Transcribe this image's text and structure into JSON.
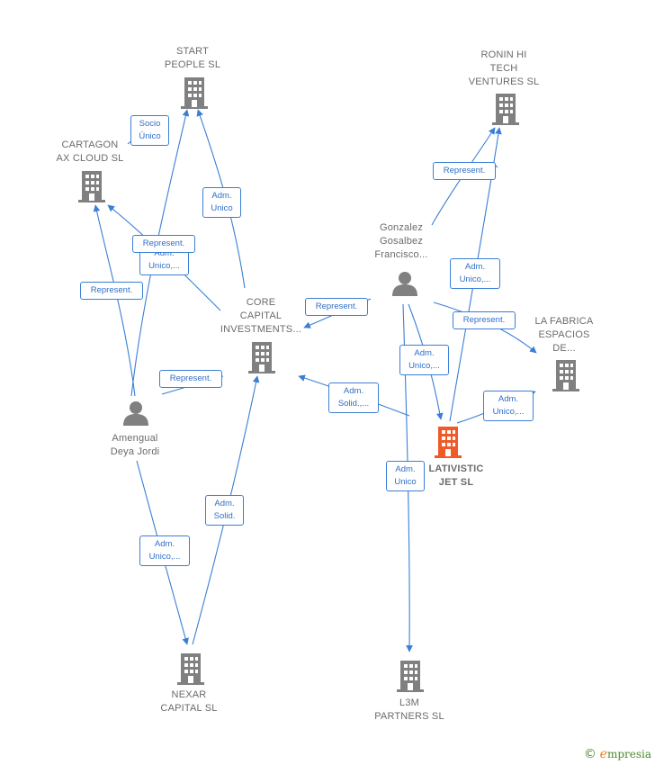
{
  "nodes": [
    {
      "id": "start",
      "type": "company",
      "label": "START\nPEOPLE  SL",
      "color": "#808080"
    },
    {
      "id": "cartagon",
      "type": "company",
      "label": "CARTAGON\nAX CLOUD  SL",
      "color": "#808080"
    },
    {
      "id": "ronin",
      "type": "company",
      "label": "RONIN HI\nTECH\nVENTURES  SL",
      "color": "#808080"
    },
    {
      "id": "gonzalez",
      "type": "person",
      "label": "Gonzalez\nGosalbez\nFrancisco...",
      "color": "#808080"
    },
    {
      "id": "core",
      "type": "company",
      "label": "CORE\nCAPITAL\nINVESTMENTS...",
      "color": "#808080"
    },
    {
      "id": "fabrica",
      "type": "company",
      "label": "LA FABRICA\nESPACIOS\nDE...",
      "color": "#808080"
    },
    {
      "id": "amengual",
      "type": "person",
      "label": "Amengual\nDeya Jordi",
      "color": "#808080"
    },
    {
      "id": "lativistic",
      "type": "company",
      "label": "LATIVISTIC\nJET  SL",
      "color": "#f05a28"
    },
    {
      "id": "nexar",
      "type": "company",
      "label": "NEXAR\nCAPITAL  SL",
      "color": "#808080"
    },
    {
      "id": "l3m",
      "type": "company",
      "label": "L3M\nPARTNERS  SL",
      "color": "#808080"
    }
  ],
  "edge_labels": [
    {
      "id": "e1",
      "text": "Socio\nÚnico"
    },
    {
      "id": "e2",
      "text": "Adm.\nUnico"
    },
    {
      "id": "e3",
      "text": "Adm.\nUnico,..."
    },
    {
      "id": "e4",
      "text": "Represent."
    },
    {
      "id": "e5",
      "text": "Represent."
    },
    {
      "id": "e6",
      "text": "Represent."
    },
    {
      "id": "e7",
      "text": "Represent."
    },
    {
      "id": "e8",
      "text": "Represent."
    },
    {
      "id": "e9",
      "text": "Adm.\nUnico,..."
    },
    {
      "id": "e10",
      "text": "Represent."
    },
    {
      "id": "e11",
      "text": "Adm.\nUnico,..."
    },
    {
      "id": "e12",
      "text": "Adm.\nSolid.,..."
    },
    {
      "id": "e13",
      "text": "Adm.\nUnico,..."
    },
    {
      "id": "e14",
      "text": "Adm.\nUnico"
    },
    {
      "id": "e15",
      "text": "Adm.\nSolid."
    },
    {
      "id": "e16",
      "text": "Adm.\nUnico,..."
    }
  ],
  "brand": {
    "copyright": "©",
    "e_letter": "e",
    "name": "mpresia"
  },
  "colors": {
    "edge": "#3a7fd5",
    "node": "#808080",
    "highlight": "#f05a28"
  }
}
